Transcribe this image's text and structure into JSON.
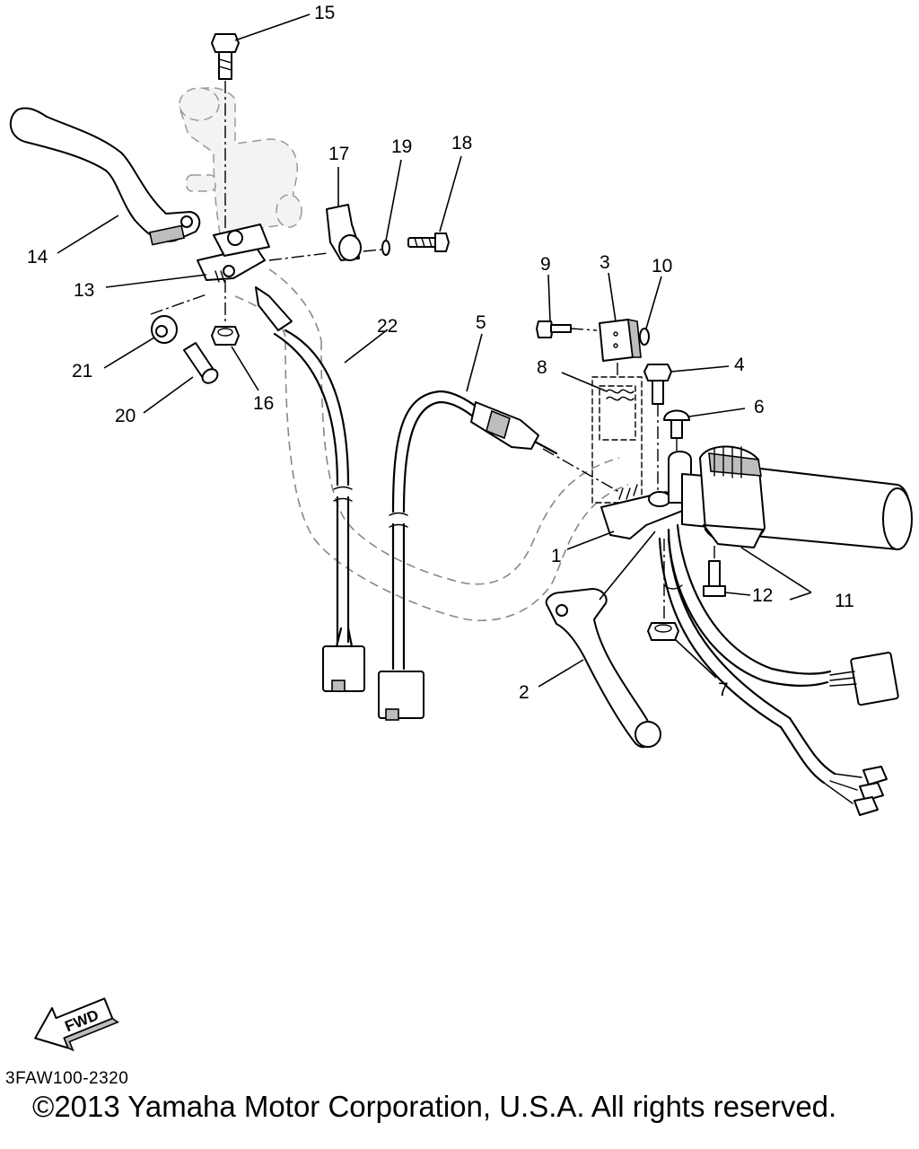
{
  "callouts": [
    {
      "id": "15",
      "label": "15"
    },
    {
      "id": "17",
      "label": "17"
    },
    {
      "id": "19",
      "label": "19"
    },
    {
      "id": "18",
      "label": "18"
    },
    {
      "id": "14",
      "label": "14"
    },
    {
      "id": "13",
      "label": "13"
    },
    {
      "id": "21",
      "label": "21"
    },
    {
      "id": "20",
      "label": "20"
    },
    {
      "id": "16",
      "label": "16"
    },
    {
      "id": "22",
      "label": "22"
    },
    {
      "id": "5",
      "label": "5"
    },
    {
      "id": "9",
      "label": "9"
    },
    {
      "id": "3",
      "label": "3"
    },
    {
      "id": "10",
      "label": "10"
    },
    {
      "id": "8",
      "label": "8"
    },
    {
      "id": "4",
      "label": "4"
    },
    {
      "id": "6",
      "label": "6"
    },
    {
      "id": "1",
      "label": "1"
    },
    {
      "id": "12",
      "label": "12"
    },
    {
      "id": "11",
      "label": "11"
    },
    {
      "id": "2",
      "label": "2"
    },
    {
      "id": "7",
      "label": "7"
    }
  ],
  "fwd_label": "FWD",
  "diagram_code": "3FAW100-2320",
  "copyright": "©2013 Yamaha Motor Corporation, U.S.A. All rights reserved."
}
